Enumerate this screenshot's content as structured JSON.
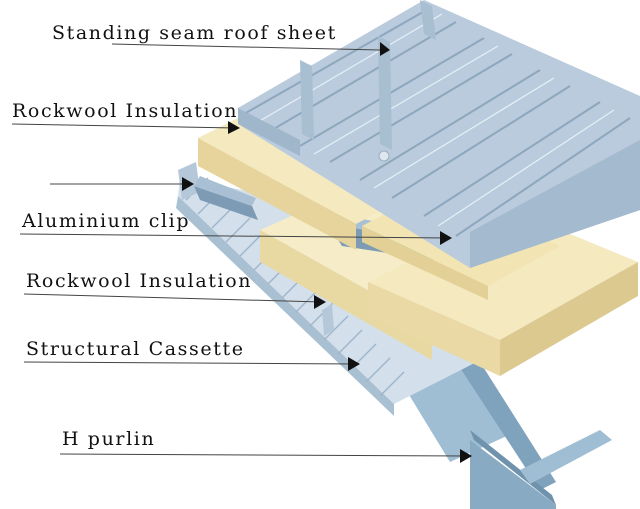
{
  "labels": {
    "roof_sheet": "Standing seam roof sheet",
    "rockwool_top": "Rockwool Insulation",
    "aluminium_clip": "Aluminium clip",
    "rockwool_bottom": "Rockwool Insulation",
    "structural_cassette": "Structural Cassette",
    "h_purlin": "H purlin"
  },
  "colors": {
    "roof_metal": "#b9cbdc",
    "roof_shadow": "#8ea7be",
    "insulation": "#f4e9bf",
    "insulation_side": "#e8d9a3",
    "cassette": "#c5d4e2",
    "purlin": "#8fb0c8",
    "purlin_dark": "#6f92ad",
    "leader_line": "#444444"
  }
}
